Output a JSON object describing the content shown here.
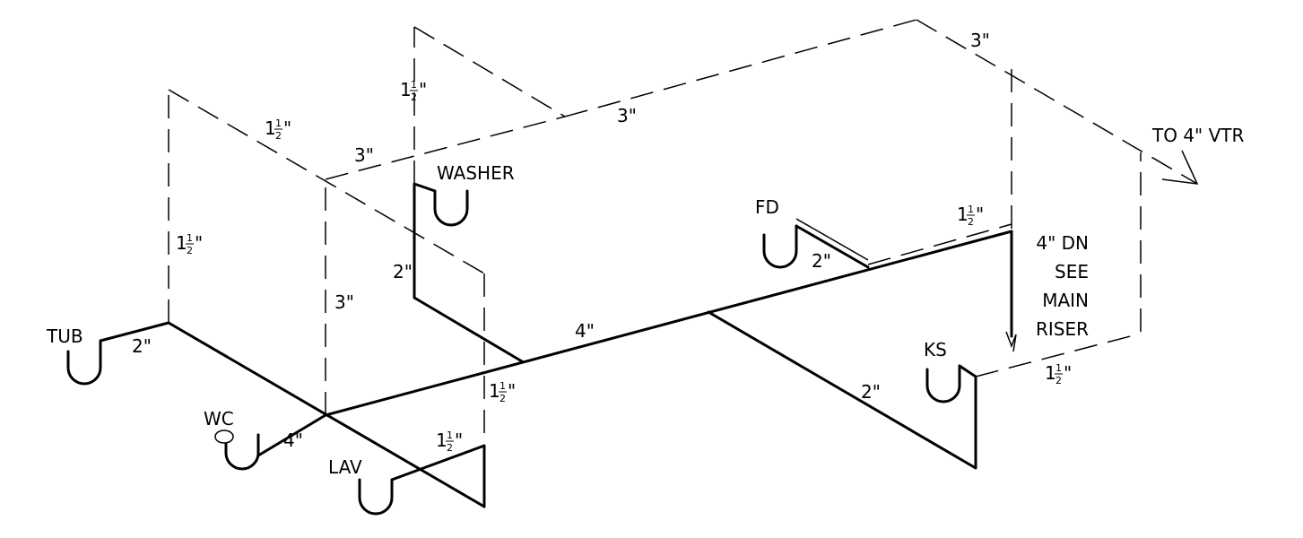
{
  "fixtures": {
    "tub": "TUB",
    "wc": "WC",
    "lav": "LAV",
    "washer": "WASHER",
    "fd": "FD",
    "ks": "KS"
  },
  "notes": {
    "vtr": "TO 4\" VTR",
    "riser_line1": "4\" DN",
    "riser_line2": "SEE",
    "riser_line3": "MAIN",
    "riser_line4": "RISER"
  },
  "sizes": {
    "two": "2\"",
    "three": "3\"",
    "four": "4\"",
    "one_half_whole": "1",
    "one_half_num": "1",
    "one_half_den": "2",
    "inch_mark": "\""
  },
  "colors": {
    "line": "#000000",
    "background": "#ffffff"
  }
}
